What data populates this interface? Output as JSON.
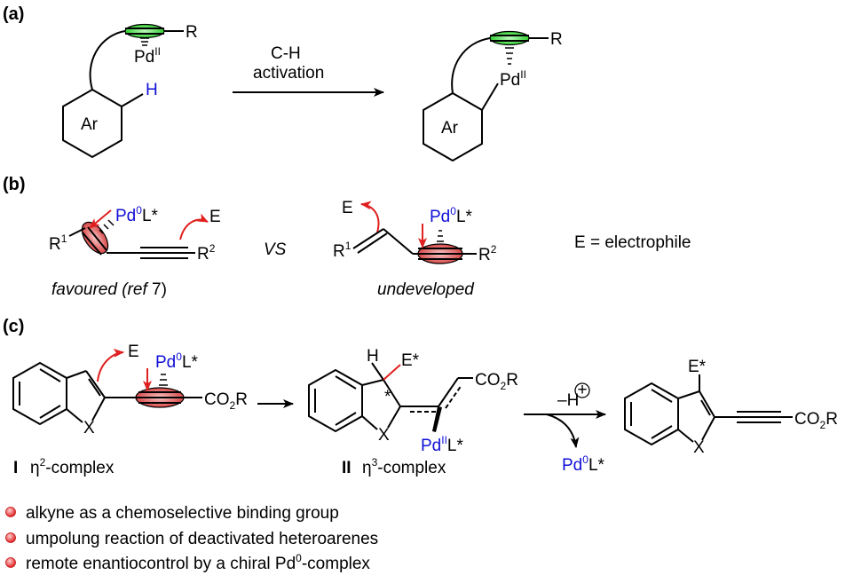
{
  "colors": {
    "blue_text": "#1010d8",
    "arrow_red": "#e02020",
    "highlight_green": "#3ad83a",
    "highlight_red": "#e05050"
  },
  "panel_a": {
    "label": "(a)",
    "R": "R",
    "Pd": "Pd",
    "Pd_sup": "II",
    "H": "H",
    "Ar": "Ar",
    "arrow_line1": "C-H",
    "arrow_line2": "activation",
    "prod_R": "R",
    "prod_Pd": "Pd",
    "prod_Pd_sup": "II",
    "prod_Ar": "Ar"
  },
  "panel_b": {
    "label": "(b)",
    "left_R1": "R",
    "left_R1_sup": "1",
    "left_Pd": "Pd",
    "left_Pd_sup": "0",
    "left_L": "L*",
    "left_E": "E",
    "left_R2": "R",
    "left_R2_sup": "2",
    "vs": "VS",
    "right_E": "E",
    "right_R1": "R",
    "right_R1_sup": "1",
    "right_Pd": "Pd",
    "right_Pd_sup": "0",
    "right_L": "L*",
    "right_R2": "R",
    "right_R2_sup": "2",
    "definition": "E = electrophile",
    "caption_left_pre": "favoured (",
    "caption_left_ref": "ref",
    "caption_left_post": " 7)",
    "caption_right": "undeveloped"
  },
  "panel_c": {
    "label": "(c)",
    "c1_E": "E",
    "c1_Pd": "Pd",
    "c1_Pd_sup": "0",
    "c1_L": "L*",
    "c1_CO2R_a": "CO",
    "c1_CO2R_sub": "2",
    "c1_CO2R_b": "R",
    "c1_X": "X",
    "c1_num": "I",
    "c1_eta": "η",
    "c1_eta_sup": "2",
    "c1_complex": "-complex",
    "c2_H": "H",
    "c2_E": "E*",
    "c2_star": "*",
    "c2_CO2R_a": "CO",
    "c2_CO2R_sub": "2",
    "c2_CO2R_b": "R",
    "c2_Pd": "Pd",
    "c2_Pd_sup": "II",
    "c2_L": "L*",
    "c2_X": "X",
    "c2_num": "II",
    "c2_eta": "η",
    "c2_eta_sup": "3",
    "c2_complex": "-complex",
    "arrow_minus_H": "–H",
    "arrow_plus": "+",
    "arrow_Pd": "Pd",
    "arrow_Pd_sup": "0",
    "arrow_L": "L*",
    "c3_E": "E*",
    "c3_CO2R_a": "CO",
    "c3_CO2R_sub": "2",
    "c3_CO2R_b": "R",
    "c3_X": "X"
  },
  "bullets": [
    {
      "text": "alkyne as a chemoselective binding group"
    },
    {
      "text": "umpolung reaction of deactivated heteroarenes"
    },
    {
      "pre": "remote enantiocontrol by a chiral Pd",
      "sup": "0",
      "post": "-complex"
    }
  ]
}
